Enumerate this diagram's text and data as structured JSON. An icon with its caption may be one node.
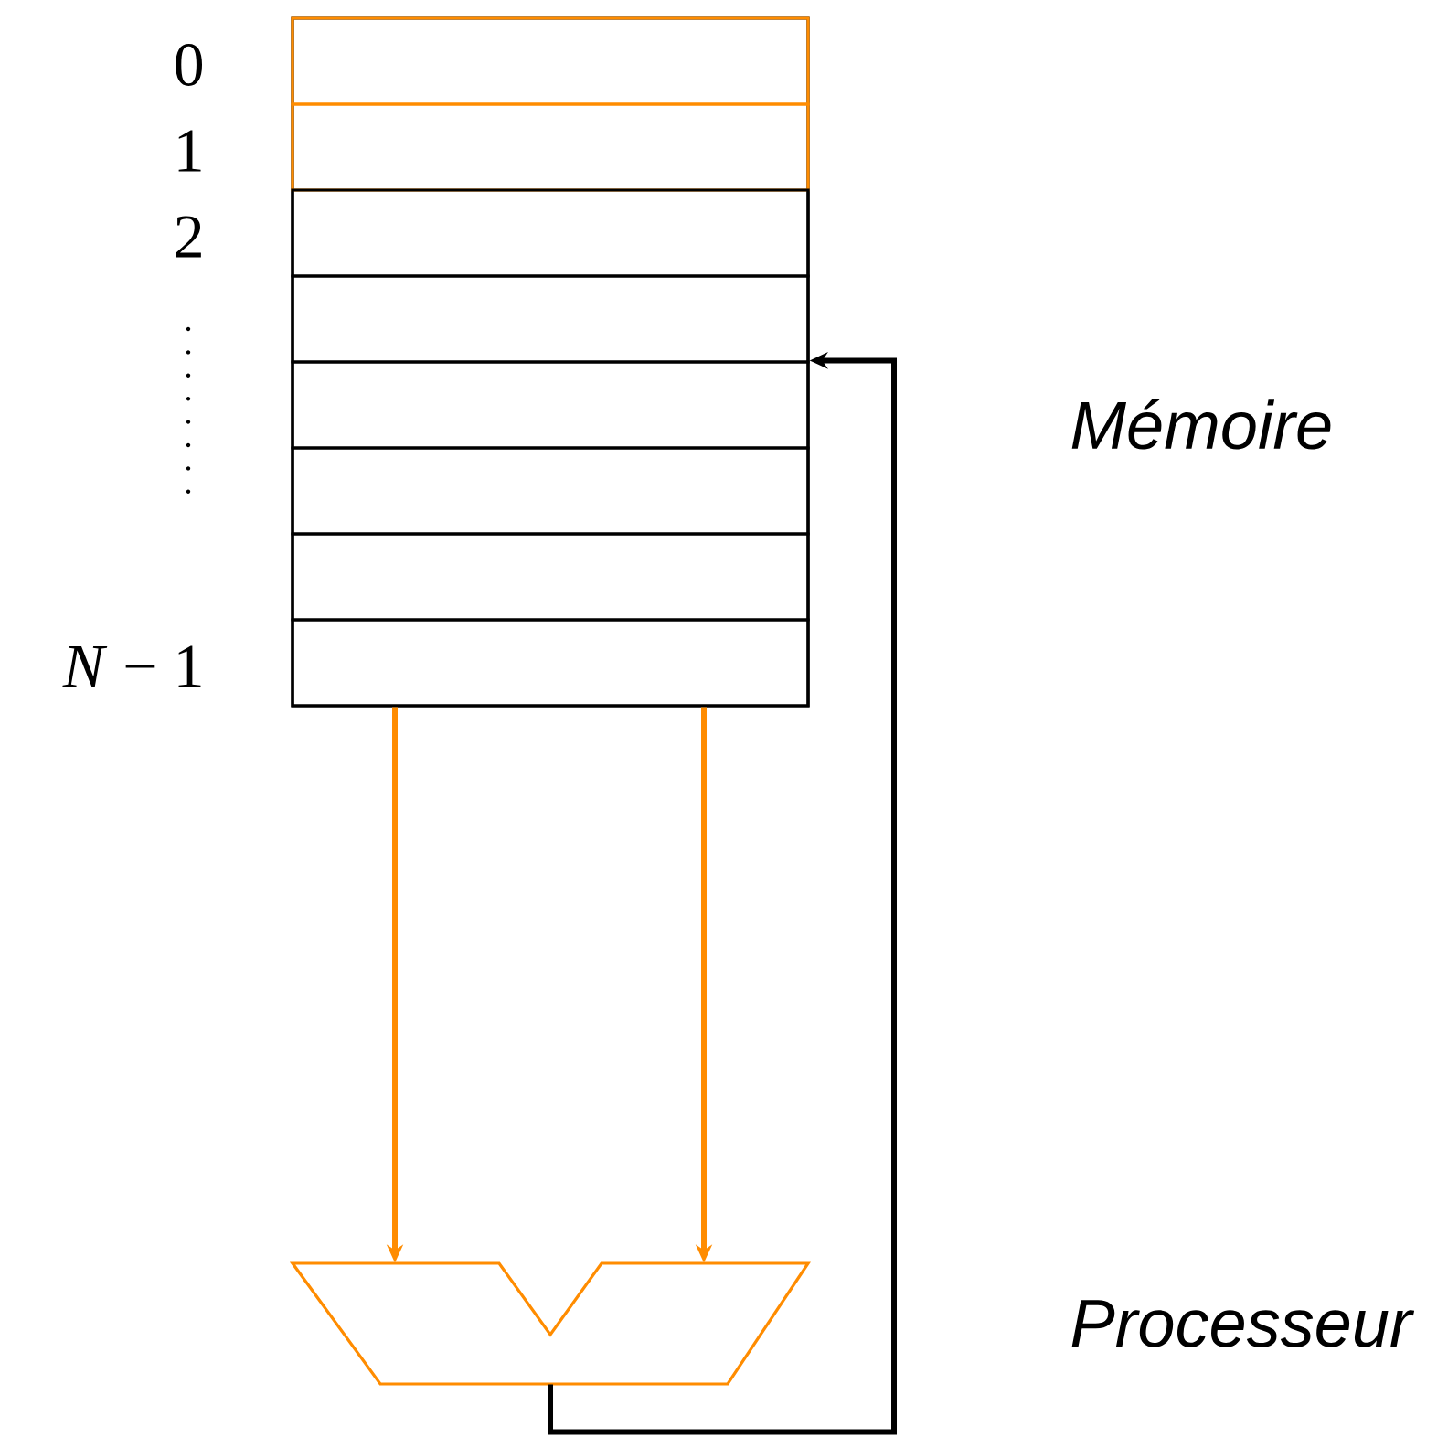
{
  "diagram": {
    "nodes": [
      {
        "text": [],
        "shape": "box",
        "beside": [
          "Mémoire"
        ]
      },
      {
        "text": [],
        "shape": "box",
        "in": 0,
        "beside": [
          "0"
        ]
      },
      {
        "text": [],
        "shape": "box",
        "in": 0,
        "beside": [
          "1"
        ]
      },
      {
        "text": [],
        "shape": "box",
        "in": 0,
        "beside": [
          "2"
        ]
      },
      {
        "text": [],
        "shape": "box",
        "in": 0
      },
      {
        "text": [],
        "shape": "box",
        "in": 0
      },
      {
        "text": [],
        "shape": "box",
        "in": 0
      },
      {
        "text": [],
        "shape": "box",
        "in": 0
      },
      {
        "text": [],
        "shape": "box",
        "in": 0,
        "beside": [
          "*N* − 1"
        ]
      },
      {
        "text": [],
        "shape": "trapezoid",
        "beside": [
          "Processeur"
        ]
      }
    ],
    "edges": [
      {
        "from": 0,
        "to": 9,
        "arrow": "to"
      },
      {
        "from": 0,
        "to": 9,
        "arrow": "to"
      },
      {
        "from": 9,
        "to": 0,
        "arrow": "to",
        "color": "#000000"
      }
    ]
  }
}
